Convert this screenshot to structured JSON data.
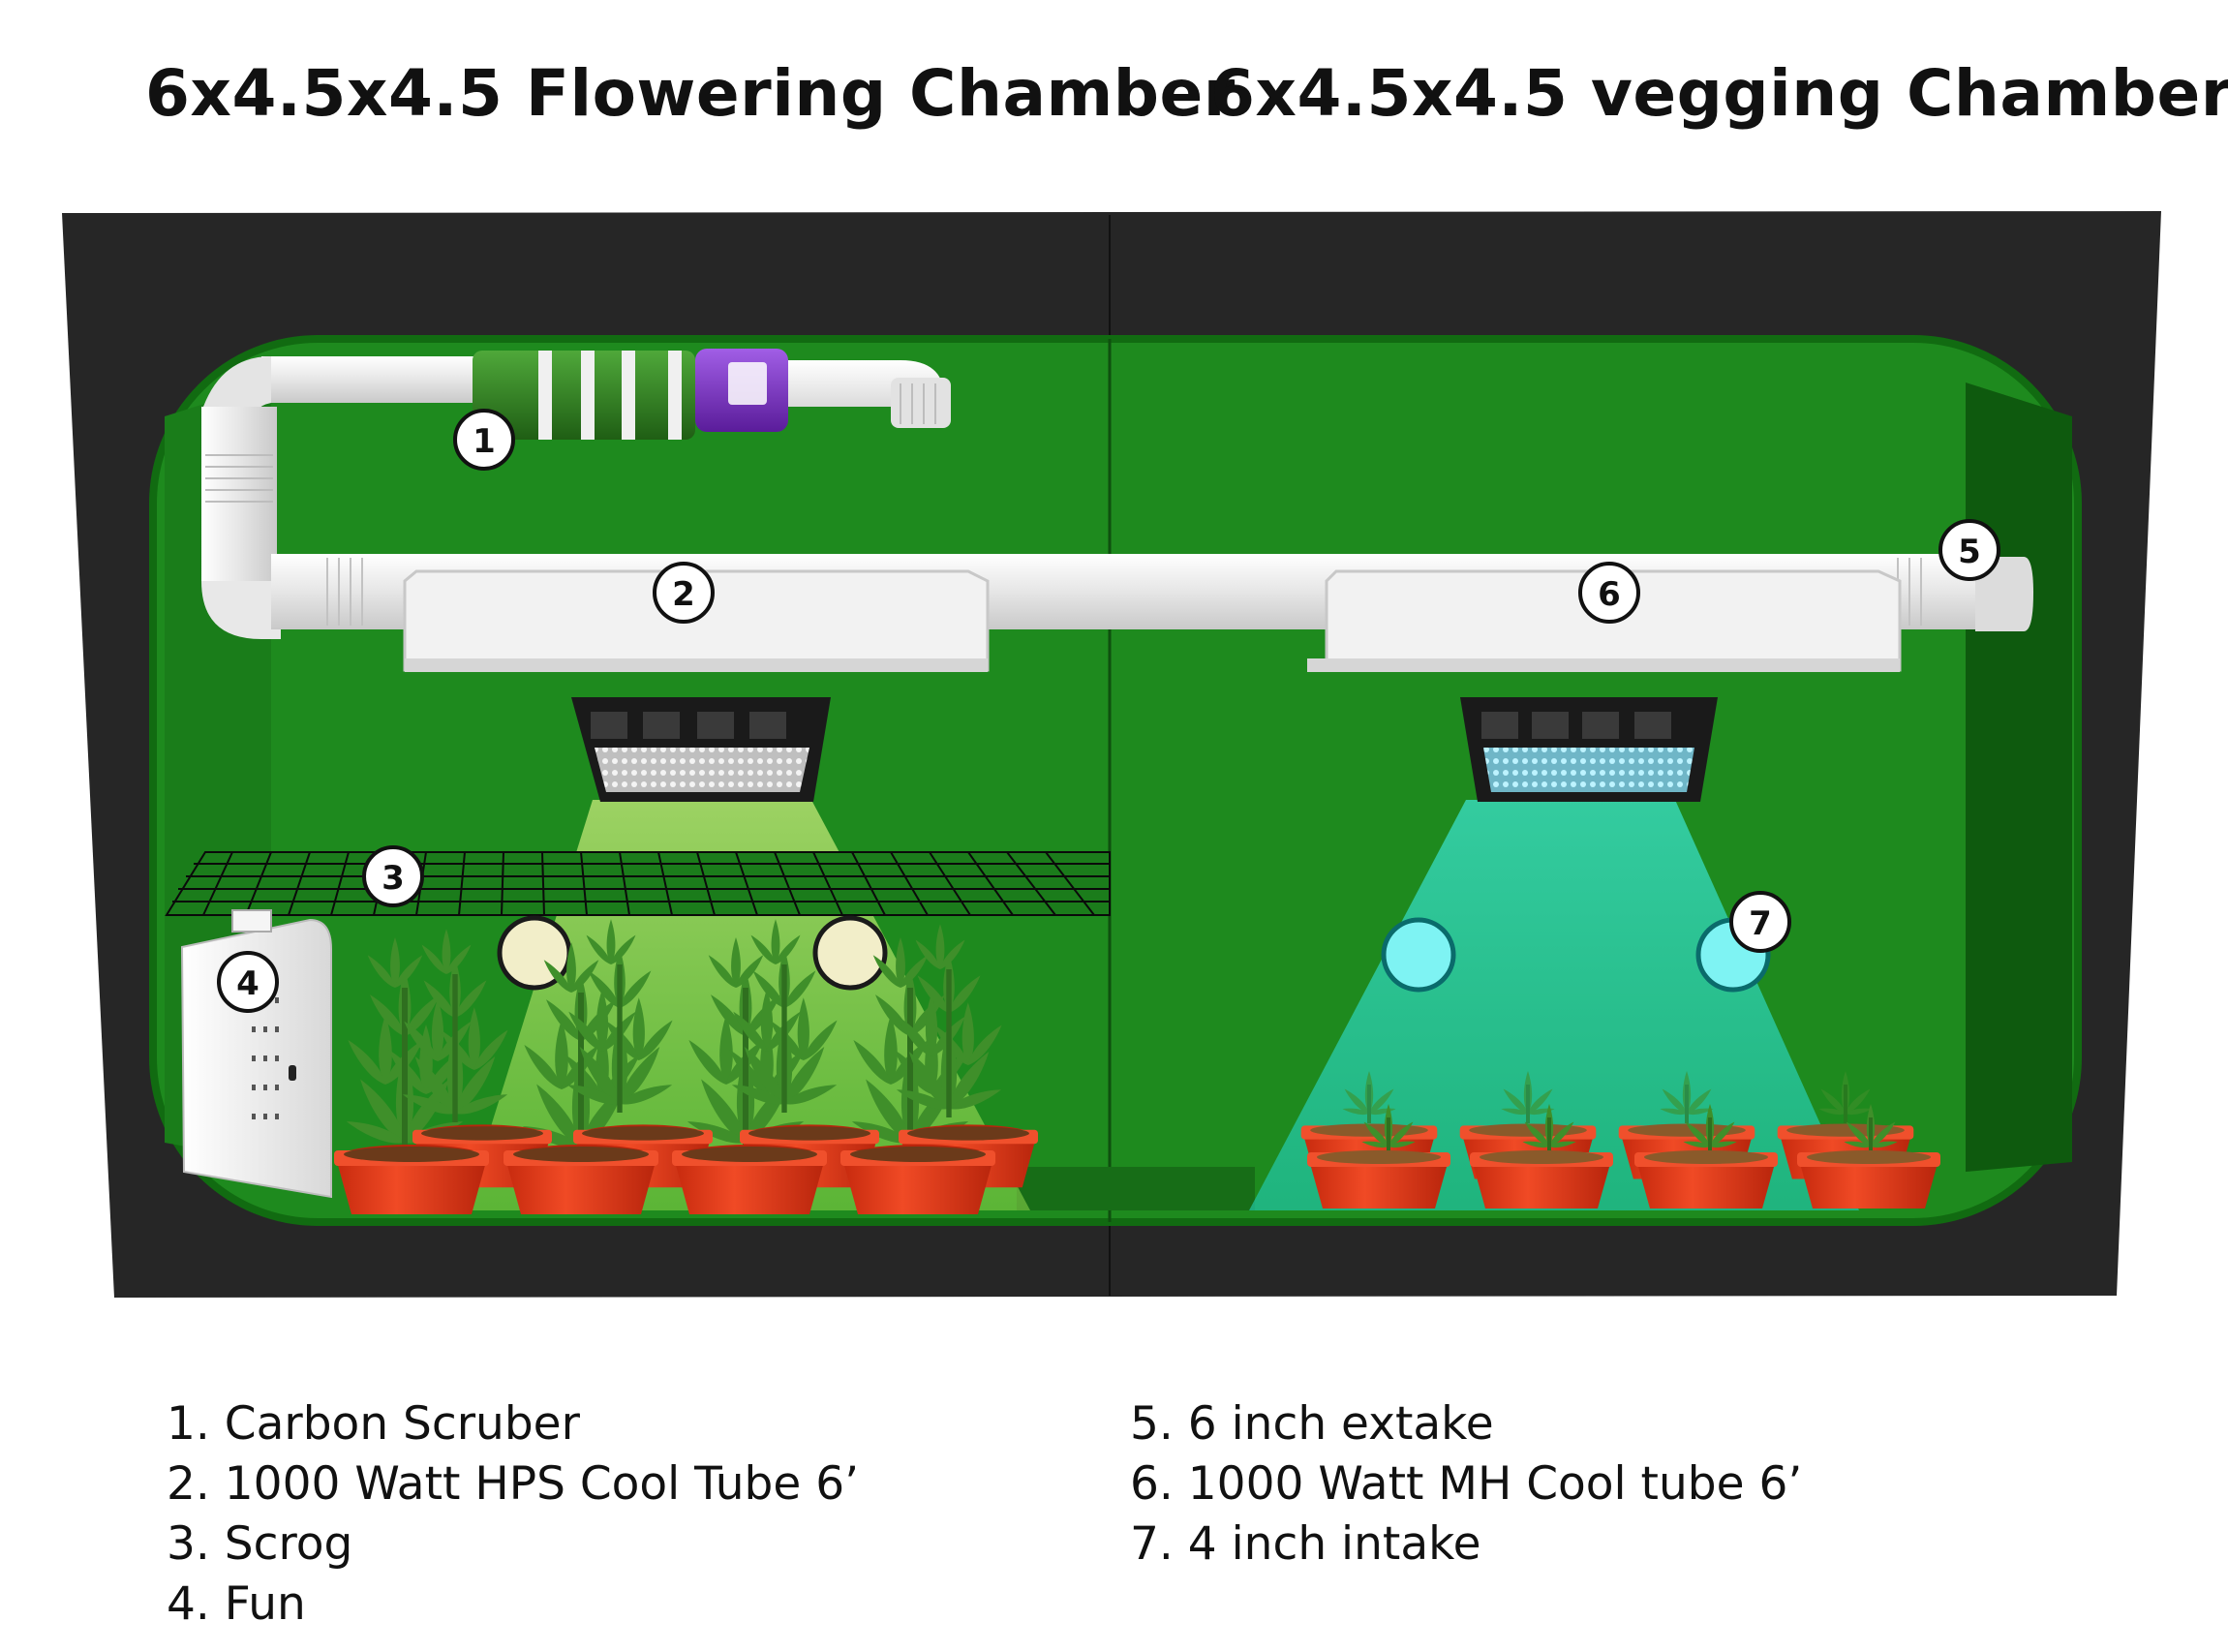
{
  "titles": {
    "left": "6x4.5x4.5 Flowering Chamber",
    "right": "6x4.5x4.5 vegging Chamber"
  },
  "markers": [
    "1",
    "2",
    "3",
    "4",
    "5",
    "6",
    "7"
  ],
  "legend": {
    "left": [
      "1. Carbon Scruber",
      "2. 1000 Watt HPS Cool Tube 6’",
      "3. Scrog",
      "4. Fun"
    ],
    "right": [
      "5. 6 inch extake",
      "6. 1000 Watt MH Cool tube 6’",
      "7. 4 inch intake"
    ]
  },
  "colors": {
    "tent_outer": "#2a2a2a",
    "tent_inner": "#1f8a1f",
    "flower_light": "#8ed84a",
    "veg_light": "#22d6b0",
    "pot": "#e83a1c",
    "duct": "#eaeaea",
    "filter": "#2e7d1f",
    "fan": "#7b2ec6"
  }
}
